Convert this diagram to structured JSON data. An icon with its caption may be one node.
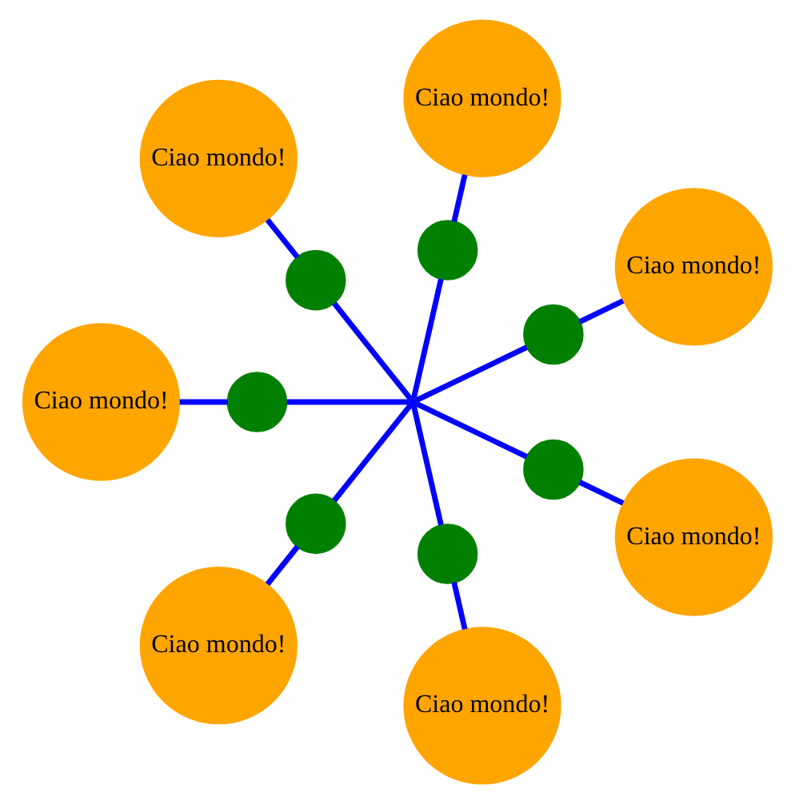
{
  "diagram": {
    "nodes": [
      {
        "text": [],
        "shape": "point"
      },
      {
        "text": [
          "Ciao mondo!"
        ]
      },
      {
        "text": [
          "Ciao mondo!"
        ]
      },
      {
        "text": [
          "Ciao mondo!"
        ]
      },
      {
        "text": [
          "Ciao mondo!"
        ]
      },
      {
        "text": [
          "Ciao mondo!"
        ]
      },
      {
        "text": [
          "Ciao mondo!"
        ]
      },
      {
        "text": [
          "Ciao mondo!"
        ]
      },
      {
        "text": [],
        "shape": "circle"
      },
      {
        "text": [],
        "shape": "circle"
      },
      {
        "text": [],
        "shape": "circle"
      },
      {
        "text": [],
        "shape": "circle"
      },
      {
        "text": [],
        "shape": "circle"
      },
      {
        "text": [],
        "shape": "circle"
      },
      {
        "text": [],
        "shape": "circle"
      }
    ],
    "edges": [
      {
        "from": 0,
        "to": 8,
        "arrow": "none"
      },
      {
        "from": 8,
        "to": 1,
        "arrow": "none"
      },
      {
        "from": 0,
        "to": 9,
        "arrow": "none"
      },
      {
        "from": 9,
        "to": 2,
        "arrow": "none"
      },
      {
        "from": 0,
        "to": 10,
        "arrow": "none"
      },
      {
        "from": 10,
        "to": 3,
        "arrow": "none"
      },
      {
        "from": 0,
        "to": 11,
        "arrow": "none"
      },
      {
        "from": 11,
        "to": 4,
        "arrow": "none"
      },
      {
        "from": 0,
        "to": 12,
        "arrow": "none"
      },
      {
        "from": 12,
        "to": 5,
        "arrow": "none"
      },
      {
        "from": 0,
        "to": 13,
        "arrow": "none"
      },
      {
        "from": 13,
        "to": 6,
        "arrow": "none"
      },
      {
        "from": 0,
        "to": 14,
        "arrow": "none"
      },
      {
        "from": 14,
        "to": 7,
        "arrow": "none"
      }
    ]
  }
}
